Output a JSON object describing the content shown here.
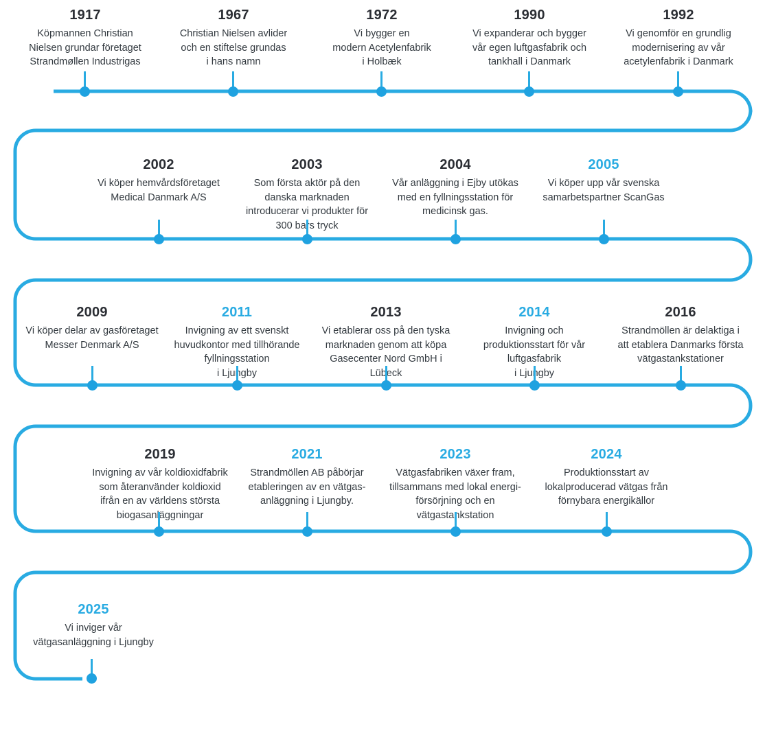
{
  "meta": {
    "title": "Strandmøllen historical timeline",
    "language": "sv",
    "accent_color": "#29abe2",
    "line_color": "#29abe2",
    "dot_color": "#1fa2e0",
    "text_color": "#2b2e34",
    "background": "#ffffff"
  },
  "rows": [
    {
      "index": 1,
      "milestones": [
        {
          "year": "1917",
          "year_accent": false,
          "description": "Köpmannen Christian\nNielsen grundar företaget\nStrandmøllen Industrigas"
        },
        {
          "year": "1967",
          "year_accent": false,
          "description": "Christian Nielsen avlider\noch en stiftelse grundas\ni hans namn"
        },
        {
          "year": "1972",
          "year_accent": false,
          "description": "Vi bygger en\nmodern Acetylenfabrik\ni Holbæk"
        },
        {
          "year": "1990",
          "year_accent": false,
          "description": "Vi expanderar och bygger\nvår egen luftgasfabrik och\ntankhall i Danmark"
        },
        {
          "year": "1992",
          "year_accent": false,
          "description": "Vi genomför en grundlig\nmodernisering av vår\nacetylenfabrik i Danmark"
        }
      ]
    },
    {
      "index": 2,
      "milestones": [
        {
          "year": "2002",
          "year_accent": false,
          "description": "Vi köper hemvårdsföretaget\nMedical Danmark A/S"
        },
        {
          "year": "2003",
          "year_accent": false,
          "description": "Som första aktör på den\ndanska marknaden\nintroducerar vi produkter för\n300 bars tryck"
        },
        {
          "year": "2004",
          "year_accent": false,
          "description": "Vår anläggning i Ejby utökas\nmed en fyllningsstation för\nmedicinsk gas."
        },
        {
          "year": "2005",
          "year_accent": true,
          "description": "Vi köper upp vår svenska\nsamarbetspartner ScanGas"
        }
      ]
    },
    {
      "index": 3,
      "milestones": [
        {
          "year": "2009",
          "year_accent": false,
          "description": "Vi köper delar av gasföretaget\nMesser Denmark A/S"
        },
        {
          "year": "2011",
          "year_accent": true,
          "description": "Invigning av ett svenskt\nhuvudkontor med tillhörande\nfyllningsstation\ni Ljungby"
        },
        {
          "year": "2013",
          "year_accent": false,
          "description": "Vi etablerar oss på den tyska\nmarknaden genom att köpa\nGasecenter Nord GmbH i\nLübeck"
        },
        {
          "year": "2014",
          "year_accent": true,
          "description": "Invigning och\nproduktionsstart för vår\nluftgasfabrik\ni Ljungby"
        },
        {
          "year": "2016",
          "year_accent": false,
          "description": "Strandmöllen är delaktiga i\natt etablera Danmarks första\nvätgastankstationer"
        }
      ]
    },
    {
      "index": 4,
      "milestones": [
        {
          "year": "2019",
          "year_accent": false,
          "description": "Invigning av vår koldioxidfabrik\nsom återanvänder koldioxid\nifrån en av världens största\nbiogasanläggningar"
        },
        {
          "year": "2021",
          "year_accent": true,
          "description": "Strandmöllen AB påbörjar\netableringen av en vätgas-\nanläggning i Ljungby."
        },
        {
          "year": "2023",
          "year_accent": true,
          "description": "Vätgasfabriken växer fram,\ntillsammans med lokal energi-\nförsörjning och en\nvätgastankstation"
        },
        {
          "year": "2024",
          "year_accent": true,
          "description": "Produktionsstart av\nlokalproducerad vätgas från\nförnybara energikällor"
        }
      ]
    },
    {
      "index": 5,
      "milestones": [
        {
          "year": "2025",
          "year_accent": true,
          "description": "Vi inviger vår\nvätgasanläggning i Ljungby"
        }
      ]
    }
  ]
}
